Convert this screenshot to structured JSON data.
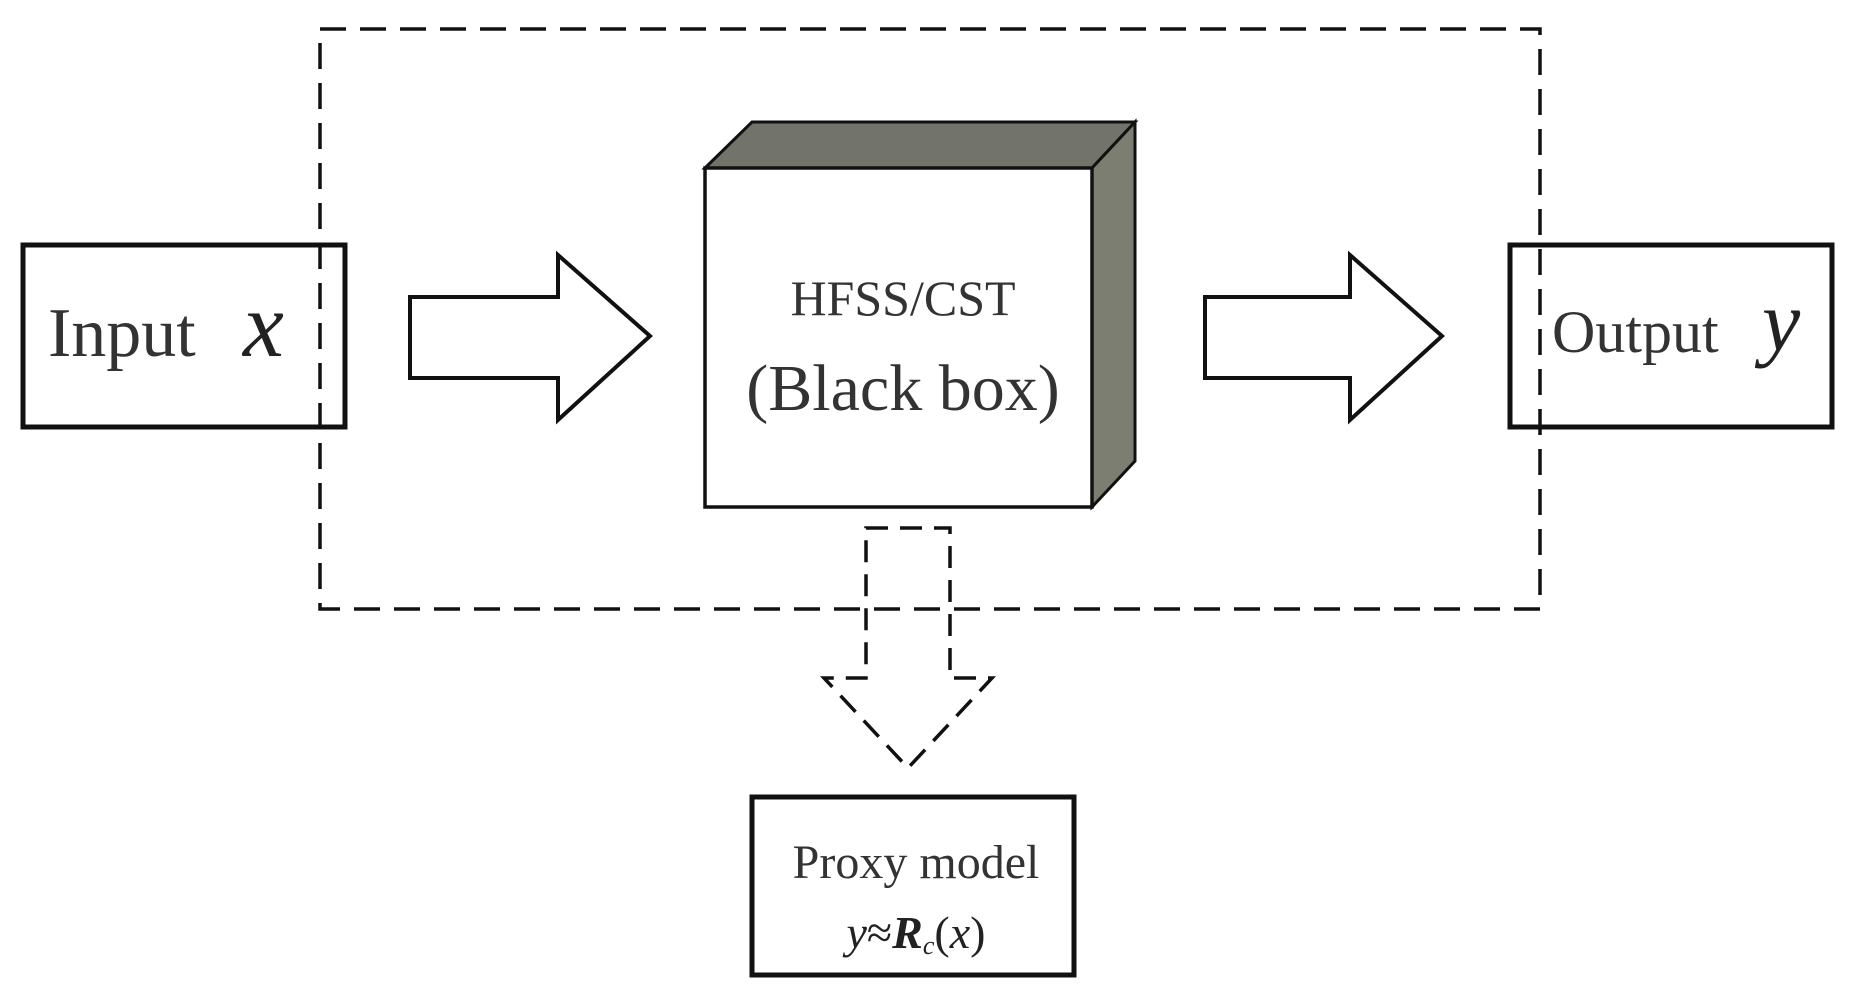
{
  "input": {
    "word": "Input",
    "var": "x"
  },
  "output": {
    "word": "Output",
    "var": "y"
  },
  "black_box": {
    "line1": "HFSS/CST",
    "line2": "(Black box)"
  },
  "proxy": {
    "title": "Proxy model",
    "formula_y": "y",
    "formula_approx": "≈",
    "formula_R": "R",
    "formula_sub": "c",
    "formula_open": "(",
    "formula_x": "x",
    "formula_close": ")"
  },
  "colors": {
    "line": "#111111",
    "cube_side": "#7d7e72",
    "cube_top": "#72736a",
    "text": "#333333"
  }
}
